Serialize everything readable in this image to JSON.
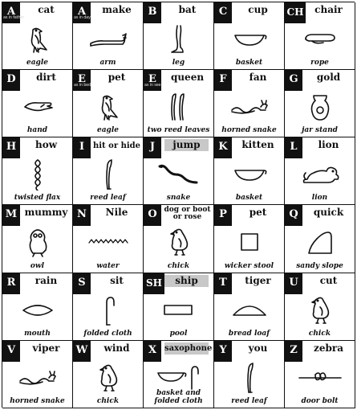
{
  "cells": [
    {
      "letter": "A",
      "sub": "as in father",
      "word": "cat",
      "glyph": "eagle-icon",
      "caption": "eagle"
    },
    {
      "letter": "A",
      "sub": "as in day",
      "word": "make",
      "glyph": "arm-icon",
      "caption": "arm"
    },
    {
      "letter": "B",
      "word": "bat",
      "glyph": "leg-icon",
      "caption": "leg"
    },
    {
      "letter": "C",
      "word": "cup",
      "glyph": "basket-icon",
      "caption": "basket"
    },
    {
      "letter": "CH",
      "word": "chair",
      "glyph": "rope-icon",
      "caption": "rope"
    },
    {
      "letter": "D",
      "word": "dirt",
      "glyph": "hand-icon",
      "caption": "hand"
    },
    {
      "letter": "E",
      "sub": "as in bed",
      "word": "pet",
      "glyph": "eagle-icon",
      "caption": "eagle"
    },
    {
      "letter": "E",
      "sub": "as in see",
      "word": "queen",
      "glyph": "two-reed-leaves-icon",
      "caption": "two reed leaves"
    },
    {
      "letter": "F",
      "word": "fan",
      "glyph": "horned-snake-icon",
      "caption": "horned snake"
    },
    {
      "letter": "G",
      "word": "gold",
      "glyph": "jar-stand-icon",
      "caption": "jar stand"
    },
    {
      "letter": "H",
      "word": "how",
      "glyph": "twisted-flax-icon",
      "caption": "twisted flax"
    },
    {
      "letter": "I",
      "word": "hit or hide",
      "glyph": "reed-leaf-icon",
      "caption": "reed leaf"
    },
    {
      "letter": "J",
      "word": "jump",
      "glyph": "snake-icon",
      "caption": "snake"
    },
    {
      "letter": "K",
      "word": "kitten",
      "glyph": "basket-icon",
      "caption": "basket"
    },
    {
      "letter": "L",
      "word": "lion",
      "glyph": "lion-icon",
      "caption": "lion"
    },
    {
      "letter": "M",
      "word": "mummy",
      "glyph": "owl-icon",
      "caption": "owl"
    },
    {
      "letter": "N",
      "word": "Nile",
      "glyph": "water-icon",
      "caption": "water"
    },
    {
      "letter": "O",
      "word": "dog or boot or rose",
      "glyph": "chick-icon",
      "caption": "chick"
    },
    {
      "letter": "P",
      "word": "pet",
      "glyph": "wicker-stool-icon",
      "caption": "wicker stool"
    },
    {
      "letter": "Q",
      "word": "quick",
      "glyph": "sandy-slope-icon",
      "caption": "sandy slope"
    },
    {
      "letter": "R",
      "word": "rain",
      "glyph": "mouth-icon",
      "caption": "mouth"
    },
    {
      "letter": "S",
      "word": "sit",
      "glyph": "folded-cloth-icon",
      "caption": "folded cloth"
    },
    {
      "letter": "SH",
      "word": "ship",
      "glyph": "pool-icon",
      "caption": "pool"
    },
    {
      "letter": "T",
      "word": "tiger",
      "glyph": "bread-loaf-icon",
      "caption": "bread loaf"
    },
    {
      "letter": "U",
      "word": "cut",
      "glyph": "chick-icon",
      "caption": "chick"
    },
    {
      "letter": "V",
      "word": "viper",
      "glyph": "horned-snake-icon",
      "caption": "horned snake"
    },
    {
      "letter": "W",
      "word": "wind",
      "glyph": "chick-icon",
      "caption": "chick"
    },
    {
      "letter": "X",
      "word": "saxophone",
      "glyph": "basket-and-folded-cloth-icon",
      "caption": "basket and folded cloth"
    },
    {
      "letter": "Y",
      "word": "you",
      "glyph": "reed-leaf-icon",
      "caption": "reed leaf"
    },
    {
      "letter": "Z",
      "word": "zebra",
      "glyph": "door-bolt-icon",
      "caption": "door bolt"
    }
  ]
}
